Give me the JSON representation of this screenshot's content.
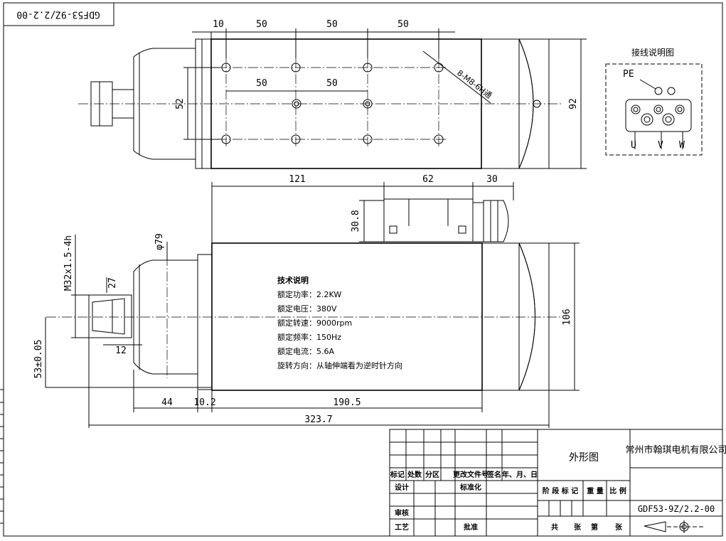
{
  "drawing_code_stamp": "GDF53-9Z/2.2-00",
  "top_view": {
    "dim_10": "10",
    "dim_50_a": "50",
    "dim_50_b": "50",
    "dim_50_c": "50",
    "dim_50_d": "50",
    "dim_50_e": "50",
    "dim_52": "52",
    "dim_92": "92",
    "hole_callout": "8-M8-6H通"
  },
  "wiring": {
    "title": "接线说明图",
    "pe_label": "PE",
    "u_label": "U",
    "v_label": "V",
    "w_label": "W"
  },
  "side_view": {
    "dim_121": "121",
    "dim_62": "62",
    "dim_30": "30",
    "dim_30_8": "30.8",
    "dim_phi79": "φ79",
    "dim_thread": "M32x1.5-4h",
    "dim_27": "27",
    "dim_12": "12",
    "dim_53": "53±0.05",
    "dim_106": "106",
    "dim_44": "44",
    "dim_10_2": "10.2",
    "dim_190_5": "190.5",
    "dim_323_7": "323.7"
  },
  "specs": {
    "title": "技术说明",
    "lines": [
      "额定功率：2.2KW",
      "额定电压：380V",
      "额定转速：9000rpm",
      "额定频率：150Hz",
      "额定电流：5.6A",
      "旋转方向：从轴伸端看为逆时针方向"
    ]
  },
  "title_block": {
    "header_cells": [
      "标记",
      "处数",
      "分区",
      "更改文件号",
      "签名",
      "年、月、日"
    ],
    "row_design": "设计",
    "row_standard": "标准化",
    "row_review": "审核",
    "row_process": "工艺",
    "row_approve": "批准",
    "drawing_name": "外形图",
    "stage_cells": [
      "阶 段 标 记",
      "重 量",
      "比 例"
    ],
    "sheet_text": [
      "共",
      "张",
      "第",
      "张"
    ],
    "company": "常州市翰琪电机有限公司",
    "drawing_no": "GDF53-9Z/2.2-00"
  }
}
